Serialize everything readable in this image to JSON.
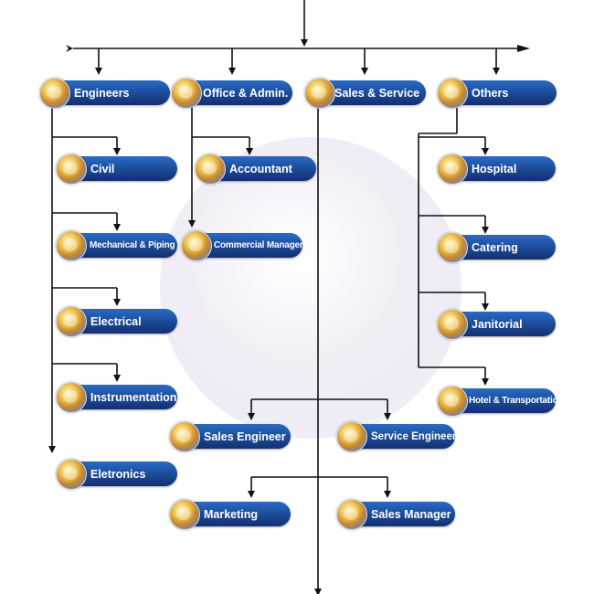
{
  "org_chart": {
    "categories": [
      {
        "key": "engineers",
        "label": "Engineers"
      },
      {
        "key": "office",
        "label": "Office & Admin."
      },
      {
        "key": "sales",
        "label": "Sales & Service"
      },
      {
        "key": "others",
        "label": "Others"
      }
    ],
    "engineers": [
      "Civil",
      "Mechanical & Piping",
      "Electrical",
      "Instrumentation",
      "Eletronics"
    ],
    "office": [
      "Accountant",
      "Commercial Manager"
    ],
    "sales": [
      "Sales Engineer",
      "Service Engineer",
      "Marketing",
      "Sales Manager"
    ],
    "others": [
      "Hospital",
      "Catering",
      "Janitorial",
      "Hotel & Transportation"
    ]
  },
  "colors": {
    "node_top": "#2a6bc4",
    "node_bottom": "#142f6f",
    "line": "#111111"
  },
  "icons": {
    "node_icon": "globe-icon"
  }
}
